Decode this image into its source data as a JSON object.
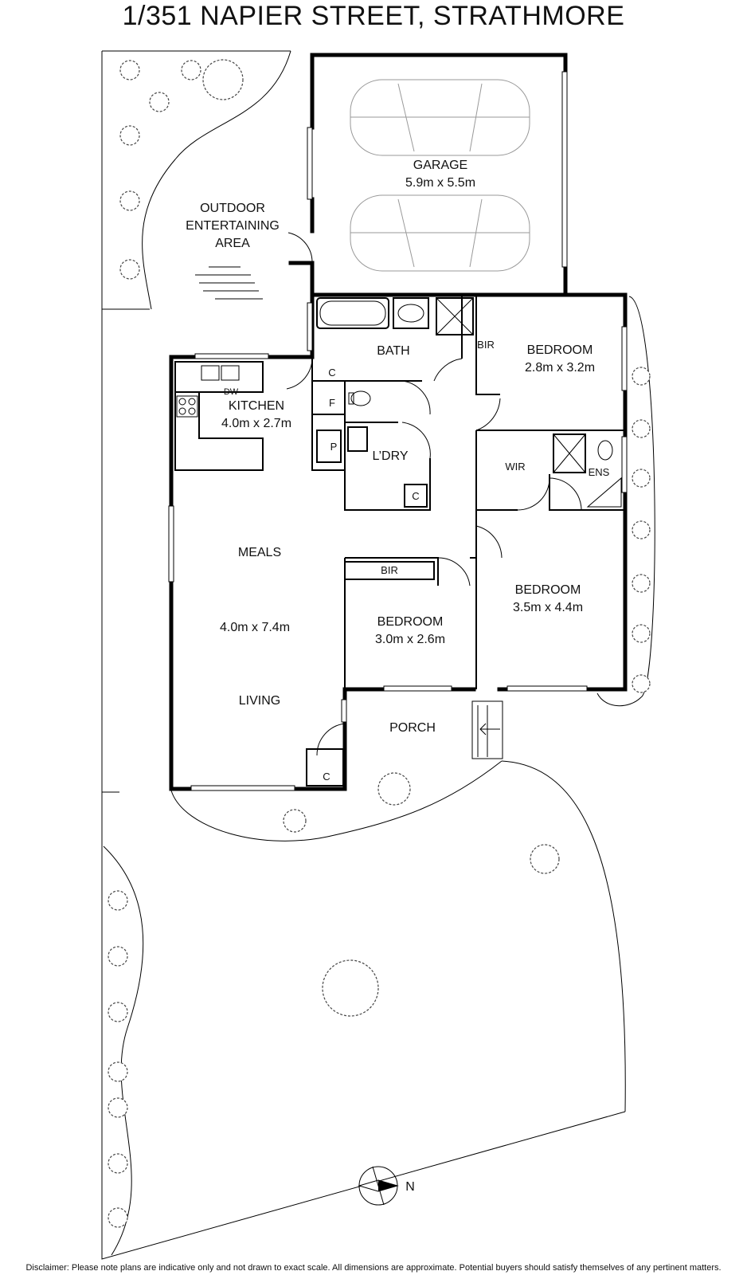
{
  "title": "1/351 NAPIER STREET, STRATHMORE",
  "rooms": {
    "garage": {
      "name": "GARAGE",
      "size": "5.9m x 5.5m"
    },
    "outdoor": {
      "line1": "OUTDOOR",
      "line2": "ENTERTAINING",
      "line3": "AREA"
    },
    "bath": {
      "name": "BATH"
    },
    "bir_top": {
      "name": "BIR"
    },
    "bedroom1": {
      "name": "BEDROOM",
      "size": "2.8m x 3.2m"
    },
    "kitchen": {
      "name": "KITCHEN",
      "size": "4.0m x 2.7m"
    },
    "dw": {
      "name": "DW"
    },
    "c_top": {
      "name": "C"
    },
    "f": {
      "name": "F"
    },
    "p": {
      "name": "P"
    },
    "ldry": {
      "name": "L’DRY"
    },
    "c_ldry": {
      "name": "C"
    },
    "wir": {
      "name": "WIR"
    },
    "ens": {
      "name": "ENS"
    },
    "meals": {
      "name": "MEALS"
    },
    "living_size": {
      "name": "4.0m x 7.4m"
    },
    "living": {
      "name": "LIVING"
    },
    "bir_mid": {
      "name": "BIR"
    },
    "bedroom2": {
      "name": "BEDROOM",
      "size": "3.0m x 2.6m"
    },
    "bedroom3": {
      "name": "BEDROOM",
      "size": "3.5m x 4.4m"
    },
    "porch": {
      "name": "PORCH"
    },
    "c_porch": {
      "name": "C"
    }
  },
  "compass": {
    "label": "N"
  },
  "disclaimer": "Disclaimer: Please note plans are indicative only and not drawn to exact scale. All dimensions are approximate. Potential buyers should satisfy themselves of any pertinent matters."
}
